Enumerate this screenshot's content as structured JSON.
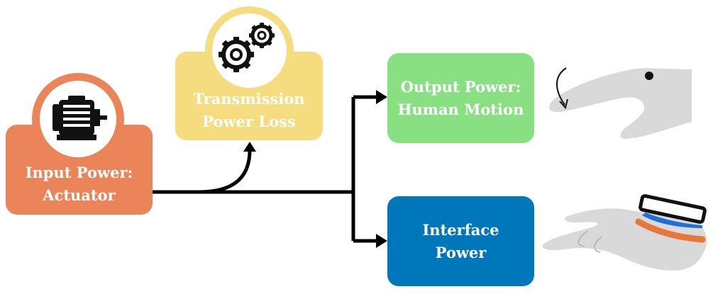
{
  "blocks": {
    "input": {
      "line1": "Input Power:",
      "line2": "Actuator",
      "color": "#EB8559"
    },
    "transmission": {
      "line1": "Transmission",
      "line2": "Power Loss",
      "color": "#F5DC7F"
    },
    "output": {
      "line1": "Output Power:",
      "line2": "Human Motion",
      "color": "#88E083"
    },
    "interface": {
      "line1": "Interface",
      "line2": "Power",
      "color": "#0077BB"
    }
  },
  "icons": {
    "actuator": "motor-icon",
    "transmission": "gears-icon",
    "output": "hand-pointing-icon",
    "interface": "hand-with-strap-icon"
  },
  "colors": {
    "connector": "#000000",
    "hand_gray": "#D9D9D9",
    "strap_orange": "#E8783A",
    "strap_blue": "#1E6FD9"
  }
}
